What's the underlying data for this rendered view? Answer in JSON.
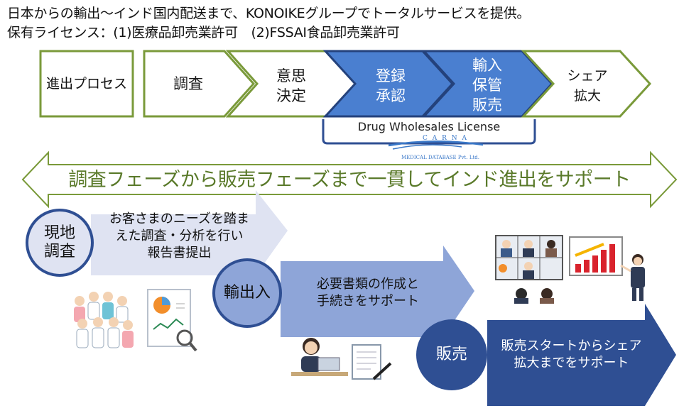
{
  "header": {
    "line1": "日本からの輸出〜インド国内配送まで、KONOIKEグループでトータルサービスを提供。",
    "line2": "保有ライセンス：(1)医療品卸売業許可　(2)FSSAI食品卸売業許可"
  },
  "process": {
    "label": "進出プロセス",
    "steps": [
      "調査",
      "意思\n決定",
      "登録\n承認",
      "輸入\n保管\n販売",
      "シェア\n拡大"
    ],
    "license_label": "Drug Wholesales License"
  },
  "carna": {
    "name": "C A R N A",
    "sub": "MEDICAL DATABASE Pvt. Ltd."
  },
  "banner": {
    "text": "調査フェーズから販売フェーズまで一貫してインド進出をサポート"
  },
  "phases": [
    {
      "name": "現地\n調査",
      "description": "お客さまのニーズを踏ま\nえた調査・分析を行い\n報告書提出"
    },
    {
      "name": "輸出入",
      "description": "必要書類の作成と\n手続きをサポート"
    },
    {
      "name": "販売",
      "description": "販売スタートからシェア\n拡大までをサポート"
    }
  ],
  "colors": {
    "green_border": "#7a9a3a",
    "banner_text": "#5a7a2a",
    "blue_fill": "#4a7fd0",
    "phase1": "#dfe3f2",
    "phase2": "#8ea5d8",
    "phase3": "#2f4f93"
  },
  "illustrations": [
    "medical-team-icon",
    "report-chart-icon",
    "woman-laptop-icon",
    "document-pen-icon",
    "video-meeting-icon",
    "presentation-chart-icon"
  ]
}
